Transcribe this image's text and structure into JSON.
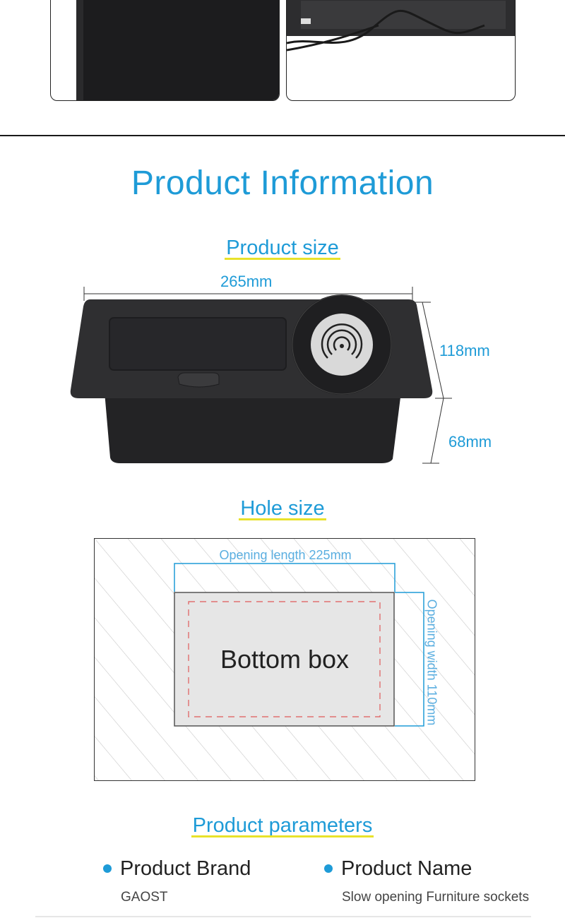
{
  "page": {
    "title": "Product Information"
  },
  "sections": {
    "size": {
      "heading": "Product size"
    },
    "hole": {
      "heading": "Hole size"
    },
    "params": {
      "heading": "Product parameters"
    }
  },
  "product_size": {
    "width": "265mm",
    "top_height": "118mm",
    "box_height": "68mm"
  },
  "hole_size": {
    "opening_length": "Opening length 225mm",
    "opening_width": "Opening width 110mm",
    "box_label": "Bottom box"
  },
  "parameters": [
    {
      "label": "Product Brand",
      "value": "GAOST"
    },
    {
      "label": "Product Name",
      "value": "Slow opening Furniture sockets"
    }
  ],
  "colors": {
    "accent": "#1e9bd7",
    "underline": "#e8e22a",
    "product_body": "#2b2b2d",
    "dashed_outline": "#e05a5a"
  },
  "icons": {
    "wireless_charging": "wireless-charging-icon",
    "bullet": "bullet-dot-icon"
  }
}
